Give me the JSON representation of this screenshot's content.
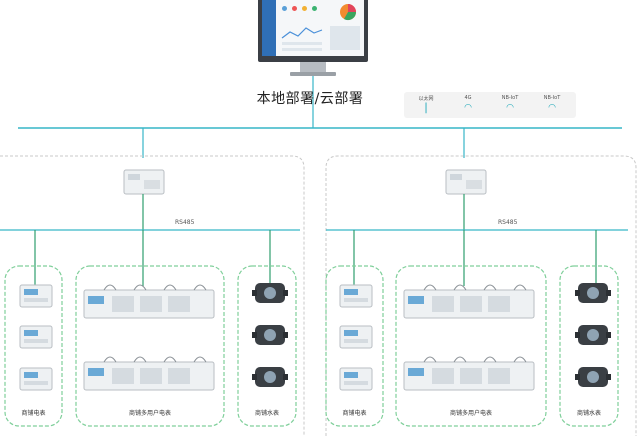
{
  "deployment": {
    "label": "本地部署/云部署"
  },
  "network_legend": {
    "items": [
      {
        "label": "以太网",
        "icon": "ethernet-icon"
      },
      {
        "label": "4G",
        "icon": "wifi-icon"
      },
      {
        "label": "NB-IoT",
        "icon": "wifi-icon"
      },
      {
        "label": "NB-IoT",
        "icon": "wifi-icon"
      }
    ]
  },
  "segments": [
    {
      "bus_label": "RS485",
      "groups": [
        {
          "label": "商铺电表"
        },
        {
          "label": "商铺多用户电表"
        },
        {
          "label": "商铺水表"
        }
      ]
    },
    {
      "bus_label": "RS485",
      "groups": [
        {
          "label": "商铺电表"
        },
        {
          "label": "商铺多用户电表"
        },
        {
          "label": "商铺水表"
        }
      ]
    }
  ],
  "colors": {
    "bus_line": "#37b6c7",
    "drop_line": "#2e9e6e",
    "group_border": "#7fcf9a",
    "segment_border": "#c8c8c8",
    "device_body": "#eef1f3"
  }
}
